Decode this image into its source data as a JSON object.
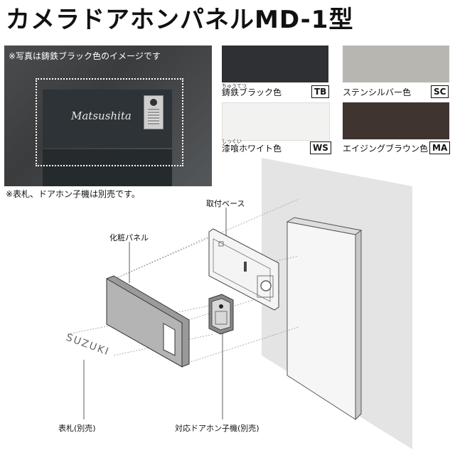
{
  "title": "カメラドアホンパネルMD-1型",
  "photo": {
    "note": "※写真は鋳鉄ブラック色のイメージです",
    "nameplate_text": "Matsushita",
    "caption": "※表札、ドアホン子機は別売です。"
  },
  "swatches": [
    {
      "name": "鋳鉄ブラック色",
      "ruby": "ちゅうてつ",
      "code": "TB",
      "color": "#2e3033"
    },
    {
      "name": "ステンシルバー色",
      "ruby": "",
      "code": "SC",
      "color": "#b8b6b0"
    },
    {
      "name": "漆喰ホワイト色",
      "ruby": "しっくい",
      "code": "WS",
      "color": "#f2f2f0"
    },
    {
      "name": "エイジングブラウン色",
      "ruby": "",
      "code": "MA",
      "color": "#3f3430"
    }
  ],
  "diagram": {
    "labels": {
      "mount_base": "取付ベース",
      "decor_panel": "化粧パネル",
      "nameplate_sold_separately": "表札(別売)",
      "intercom_sold_separately": "対応ドアホン子機(別売)"
    },
    "nameplate_text": "SUZUKI"
  }
}
